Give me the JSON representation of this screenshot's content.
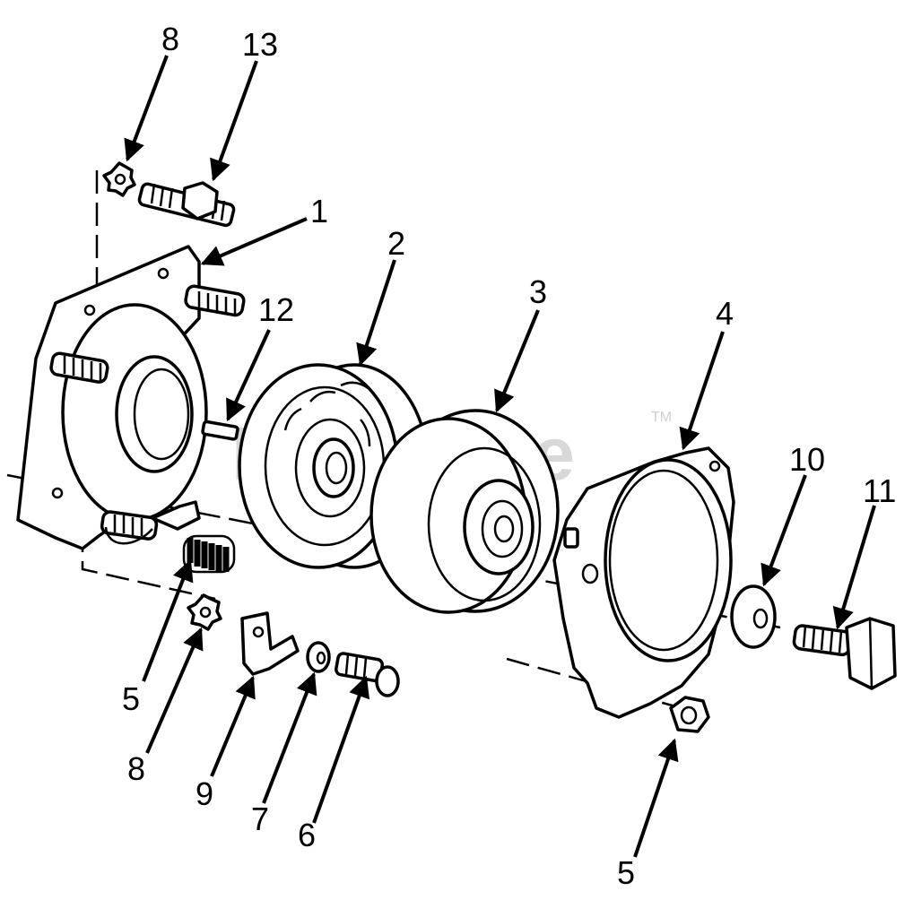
{
  "watermark": {
    "text": "PartsTree",
    "tm": "TM"
  },
  "callouts": {
    "c1": "1",
    "c2": "2",
    "c3": "3",
    "c4": "4",
    "c5a": "5",
    "c5b": "5",
    "c6": "6",
    "c7": "7",
    "c8a": "8",
    "c8b": "8",
    "c9": "9",
    "c10": "10",
    "c11": "11",
    "c12": "12",
    "c13": "13"
  }
}
